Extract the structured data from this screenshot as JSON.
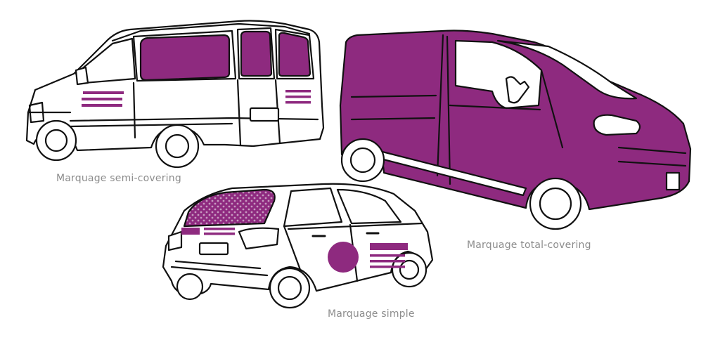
{
  "colors": {
    "brand_purple": "#8e2a7f",
    "outline": "#111111",
    "caption": "#8c8c8c",
    "background": "#ffffff",
    "dots": "#c79ac0"
  },
  "captions": {
    "semi": "Marquage semi-covering",
    "total": "Marquage total-covering",
    "simple": "Marquage simple"
  }
}
